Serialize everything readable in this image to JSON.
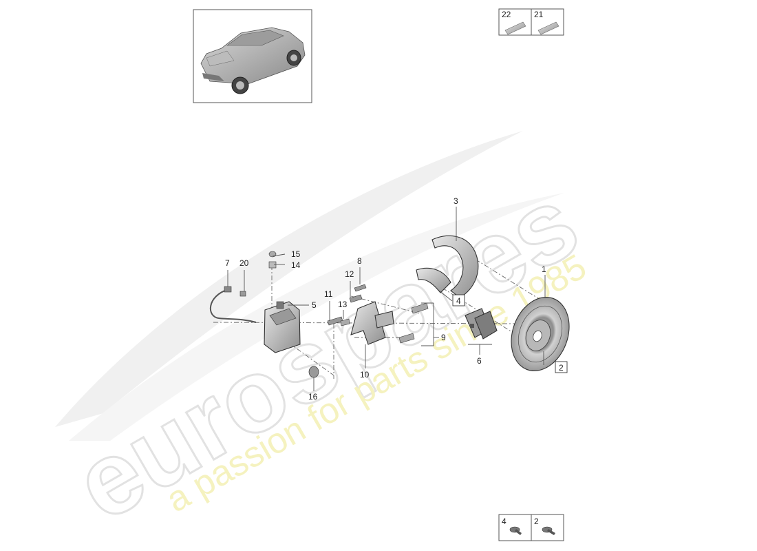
{
  "watermark": {
    "brand": "eurospares",
    "tagline": "a passion for parts since 1985",
    "brand_color": "#e6e6e6",
    "tagline_color": "#f3f0b4"
  },
  "thumbnail": {
    "icon": "suv-car-icon"
  },
  "kits_top": [
    {
      "number": "22",
      "icon": "grease-tube-icon"
    },
    {
      "number": "21",
      "icon": "grease-tube-icon"
    }
  ],
  "kits_bottom": [
    {
      "number": "4",
      "icon": "torx-screw-icon"
    },
    {
      "number": "2",
      "icon": "torx-screw-icon"
    }
  ],
  "callouts": {
    "c1": "1",
    "c2": "2",
    "c3": "3",
    "c4": "4",
    "c5": "5",
    "c6": "6",
    "c7": "7",
    "c8": "8",
    "c9": "9",
    "c10": "10",
    "c11": "11",
    "c12": "12",
    "c13": "13",
    "c14": "14",
    "c15": "15",
    "c16": "16",
    "c20": "20"
  }
}
